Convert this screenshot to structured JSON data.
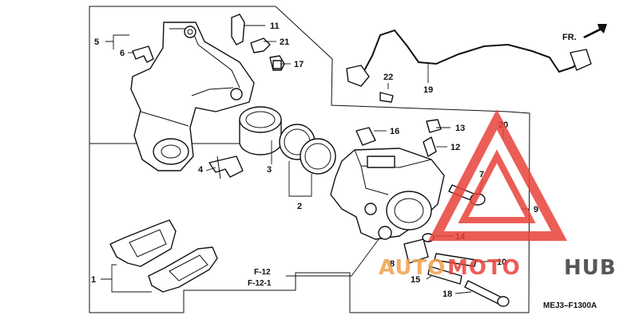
{
  "direction_marker": {
    "text": "FR."
  },
  "part_numbers": {
    "p1": "1",
    "p2": "2",
    "p3": "3",
    "p4": "4",
    "p5": "5",
    "p6": "6",
    "p7": "7",
    "p8": "8",
    "p9": "9",
    "p10": "10",
    "p11": "11",
    "p12": "12",
    "p13": "13",
    "p14": "14",
    "p15": "15",
    "p16": "16",
    "p17": "17",
    "p18": "18",
    "p19": "19",
    "p20": "20",
    "p21": "21",
    "p22": "22"
  },
  "references": {
    "ref1": "F-12",
    "ref2": "F-12-1"
  },
  "diagram_code": "MEJ3–F1300A",
  "watermark": {
    "part1": "AUTO",
    "part2": "MOTO",
    "part3": "HUB",
    "color_primary": "#e8433a",
    "color_secondary": "#f0a04b",
    "color_dark": "#3a3a3a"
  }
}
